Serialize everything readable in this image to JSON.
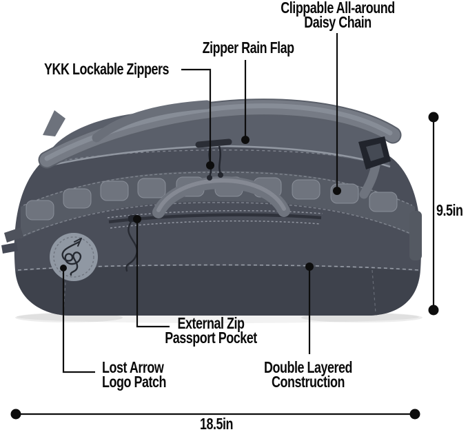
{
  "callouts": {
    "daisy_chain": {
      "lines": [
        "Clippable All-around",
        "Daisy Chain"
      ]
    },
    "rain_flap": {
      "lines": [
        "Zipper Rain Flap"
      ]
    },
    "ykk_zippers": {
      "lines": [
        "YKK Lockable Zippers"
      ]
    },
    "passport_pocket": {
      "lines": [
        "External Zip",
        "Passport Pocket"
      ]
    },
    "logo_patch": {
      "lines": [
        "Lost Arrow",
        "Logo Patch"
      ]
    },
    "double_layered": {
      "lines": [
        "Double Layered",
        "Construction"
      ]
    }
  },
  "dimensions": {
    "height_label": "9.5in",
    "width_label": "18.5in"
  },
  "colors": {
    "background": "#ffffff",
    "annotation": "#0d0d0d",
    "bag_body": "#4a4e59",
    "bag_bottom": "#3e424c",
    "bag_lid": "#5a5f6a",
    "webbing": "#6f747e",
    "logo_patch_fill": "#9098a3"
  }
}
